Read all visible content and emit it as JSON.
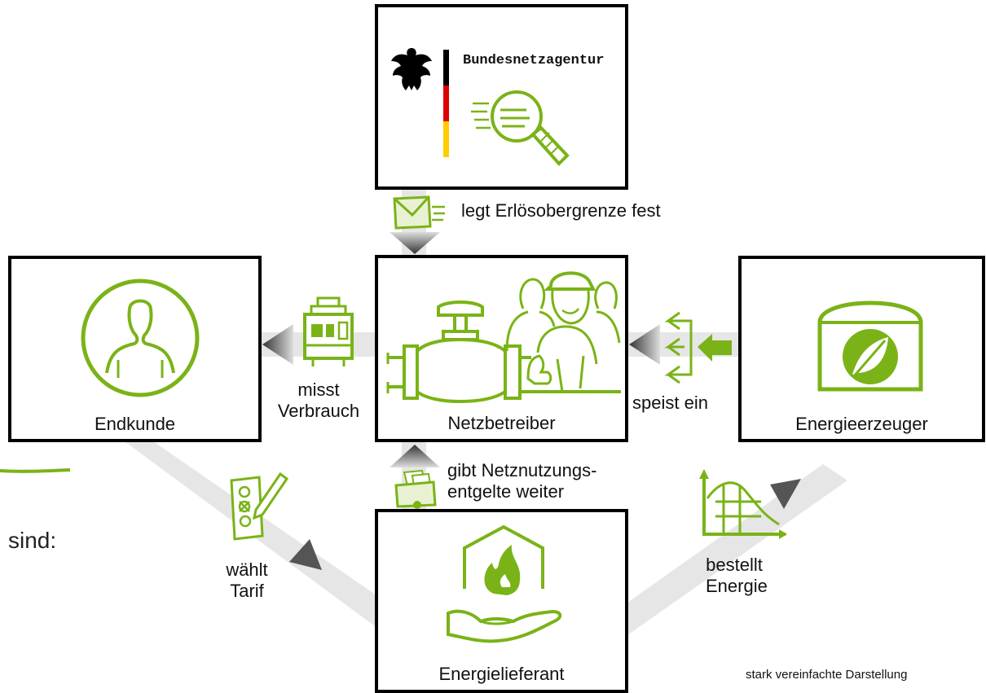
{
  "colors": {
    "accent": "#7ab317",
    "border": "#000000",
    "connector": "#e6e6e6",
    "flag_black": "#000000",
    "flag_red": "#dd0000",
    "flag_gold": "#ffcc00"
  },
  "nodes": {
    "regulator": {
      "label": "Bundesnetzagentur",
      "icon": "eagle-flag-magnifier-icon"
    },
    "grid_operator": {
      "label": "Netzbetreiber",
      "icon": "pipe-workers-icon"
    },
    "customer": {
      "label": "Endkunde",
      "icon": "person-icon"
    },
    "producer": {
      "label": "Energieerzeuger",
      "icon": "leaf-icon"
    },
    "supplier": {
      "label": "Energielieferant",
      "icon": "flame-house-hand-icon"
    }
  },
  "edges": {
    "regulator_to_operator": "legt Erlösobergrenze fest",
    "operator_to_customer": [
      "misst",
      "Verbrauch"
    ],
    "producer_to_operator": "speist ein",
    "supplier_to_operator": [
      "gibt Netznutzungs-",
      "entgelte weiter"
    ],
    "customer_to_supplier": [
      "wählt",
      "Tarif"
    ],
    "supplier_to_producer": [
      "bestellt",
      "Energie"
    ]
  },
  "side_text": "sind:",
  "footnote": "stark vereinfachte Darstellung"
}
